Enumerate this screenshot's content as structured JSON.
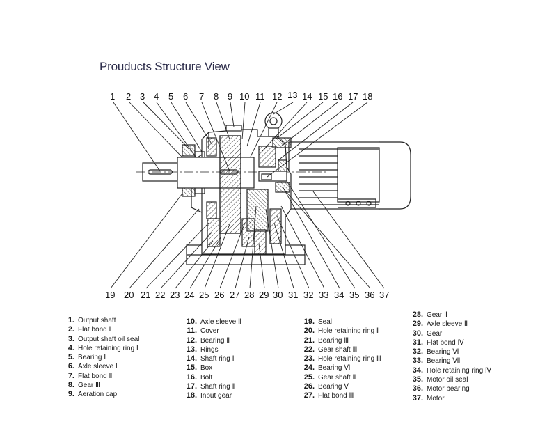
{
  "title": "Prouducts Structure View",
  "callouts_top": [
    "1",
    "2",
    "3",
    "4",
    "5",
    "6",
    "7",
    "8",
    "9",
    "10",
    "11",
    "12",
    "13",
    "14",
    "15",
    "16",
    "17",
    "18"
  ],
  "callouts_bottom": [
    "19",
    "20",
    "21",
    "22",
    "23",
    "24",
    "25",
    "26",
    "27",
    "28",
    "29",
    "30",
    "31",
    "32",
    "33",
    "34",
    "35",
    "36",
    "37"
  ],
  "legend": [
    [
      {
        "n": "1.",
        "t": "Output shaft"
      },
      {
        "n": "2.",
        "t": "Flat bond Ⅰ"
      },
      {
        "n": "3.",
        "t": "Output shaft oil seal"
      },
      {
        "n": "4.",
        "t": "Hole retaining ring Ⅰ"
      },
      {
        "n": "5.",
        "t": "Bearing Ⅰ"
      },
      {
        "n": "6.",
        "t": "Axle sleeve Ⅰ"
      },
      {
        "n": "7.",
        "t": "Flat bond Ⅱ"
      },
      {
        "n": "8.",
        "t": "Gear Ⅲ"
      },
      {
        "n": "9.",
        "t": "Aeration cap"
      }
    ],
    [
      {
        "n": "10.",
        "t": "Axle sleeve Ⅱ"
      },
      {
        "n": "11.",
        "t": "Cover"
      },
      {
        "n": "12.",
        "t": "Bearing Ⅱ"
      },
      {
        "n": "13.",
        "t": "Rings"
      },
      {
        "n": "14.",
        "t": "Shaft ring Ⅰ"
      },
      {
        "n": "15.",
        "t": "Box"
      },
      {
        "n": "16.",
        "t": "Bolt"
      },
      {
        "n": "17.",
        "t": "Shaft ring Ⅱ"
      },
      {
        "n": "18.",
        "t": "Input gear"
      }
    ],
    [
      {
        "n": "19.",
        "t": "Seal"
      },
      {
        "n": "20.",
        "t": "Hole retaining ring Ⅱ"
      },
      {
        "n": "21.",
        "t": "Bearing Ⅲ"
      },
      {
        "n": "22.",
        "t": "Gear shaft Ⅲ"
      },
      {
        "n": "23.",
        "t": "Hole retaining ring Ⅲ"
      },
      {
        "n": "24.",
        "t": "Bearing Ⅵ"
      },
      {
        "n": "25.",
        "t": "Gear shaft Ⅱ"
      },
      {
        "n": "26.",
        "t": "Bearing Ⅴ"
      },
      {
        "n": "27.",
        "t": "Flat bond Ⅲ"
      }
    ],
    [
      {
        "n": "28.",
        "t": "Gear Ⅱ"
      },
      {
        "n": "29.",
        "t": "Axle sleeve Ⅲ"
      },
      {
        "n": "30.",
        "t": "Gear Ⅰ"
      },
      {
        "n": "31.",
        "t": "Flat bond Ⅳ"
      },
      {
        "n": "32.",
        "t": "Bearing Ⅵ"
      },
      {
        "n": "33.",
        "t": "Bearing Ⅶ"
      },
      {
        "n": "34.",
        "t": "Hole retaining ring Ⅳ"
      },
      {
        "n": "35.",
        "t": "Motor oil seal"
      },
      {
        "n": "36.",
        "t": "Motor bearing"
      },
      {
        "n": "37.",
        "t": "Motor"
      }
    ]
  ]
}
